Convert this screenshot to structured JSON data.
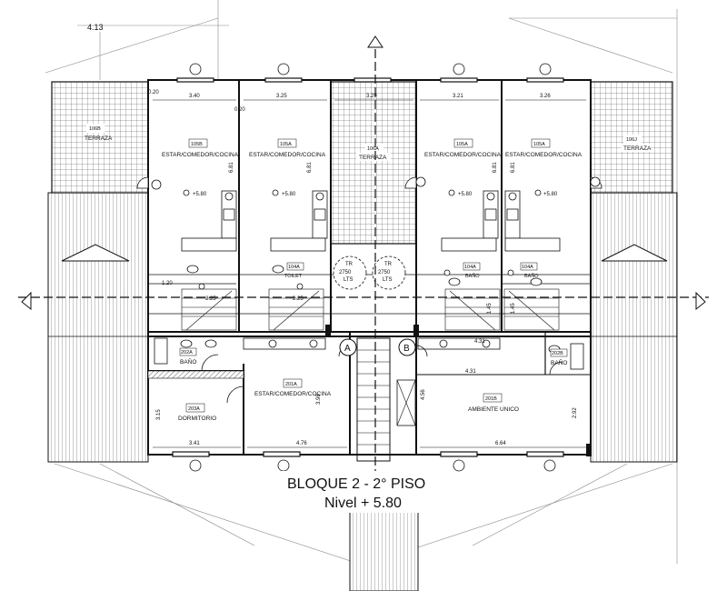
{
  "title": {
    "line1": "BLOQUE 2 - 2° PISO",
    "line2": "Nivel + 5.80"
  },
  "top_dimension": "4.13",
  "upper_level": {
    "dims": {
      "d020a": "0.20",
      "d340": "3.40",
      "d020b": "0.20",
      "d325": "3.25",
      "d329": "3.29",
      "d321": "3.21",
      "d326": "3.26",
      "d120": "1.20"
    },
    "terraces": [
      {
        "tag": "106B",
        "label": "TERRAZA"
      },
      {
        "tag": "106A",
        "label": "TERRAZA"
      },
      {
        "tag": "106J",
        "label": "TERRAZA"
      }
    ],
    "units": [
      {
        "tag": "105B",
        "label": "ESTAR/COMEDOR/COCINA",
        "level": "+5.80",
        "height": "6.81"
      },
      {
        "tag": "105A",
        "label": "ESTAR/COMEDOR/COCINA",
        "level": "+5.80",
        "height": "6.81"
      },
      {
        "tag": "105A",
        "label": "ESTAR/COMEDOR/COCINA",
        "level": "+5.80",
        "height": "6.81"
      },
      {
        "tag": "105A",
        "label": "ESTAR/COMEDOR/COCINA",
        "level": "+5.80",
        "height": "6.81"
      }
    ],
    "baths": [
      {
        "tag": "104A",
        "label": "TOILET"
      },
      {
        "tag": "104A",
        "label": "BAÑO"
      },
      {
        "tag": "104A",
        "label": "BAÑO"
      }
    ],
    "tanks": [
      {
        "line1": "TR",
        "line2": "2750",
        "line3": "LTS"
      },
      {
        "line1": "TR",
        "line2": "2750",
        "line3": "LTS"
      }
    ],
    "stair_dims": [
      "2.25",
      "2.25",
      "1.45",
      "1.45"
    ]
  },
  "axes": {
    "a": "A",
    "b": "B"
  },
  "lower_level": {
    "rooms": [
      {
        "tag": "202A",
        "label": "BAÑO"
      },
      {
        "tag": "203A",
        "label": "DORMITORIO"
      },
      {
        "tag": "201A",
        "label": "ESTAR/COMEDOR/COCINA"
      },
      {
        "tag": "201B",
        "label": "AMBIENTE UNICO"
      },
      {
        "tag": "202B",
        "label": "BAÑO"
      }
    ],
    "dims": {
      "d315": "3.15",
      "d398": "3.98",
      "d341": "3.41",
      "d476": "4.76",
      "d431": "4.31",
      "d456": "4.56",
      "d664": "6.64",
      "d292": "2.92",
      "d431b": "4.31"
    }
  }
}
